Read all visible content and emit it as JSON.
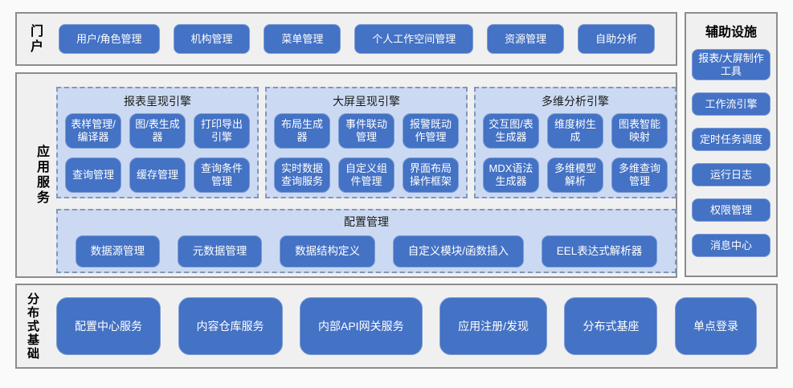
{
  "colors": {
    "node_fill": "#4472C4",
    "node_border": "#7C9CD6",
    "node_text": "#FFFFFF",
    "panel_fill": "#CBDAF2",
    "panel_border": "#7F97BC",
    "section_fill": "#F1F0F0",
    "section_border": "#8C8C8C"
  },
  "portal": {
    "label": "门户",
    "buttons": [
      "用户/角色管理",
      "机构管理",
      "菜单管理",
      "个人工作空间管理",
      "资源管理",
      "自助分析"
    ]
  },
  "app_services": {
    "label": "应用服务",
    "engines": [
      {
        "title": "报表呈现引擎",
        "buttons": [
          "表样管理/编译器",
          "图/表生成器",
          "打印导出引擎",
          "查询管理",
          "缓存管理",
          "查询条件管理"
        ]
      },
      {
        "title": "大屏呈现引擎",
        "buttons": [
          "布局生成器",
          "事件联动管理",
          "报警既动作管理",
          "实时数据查询服务",
          "自定义组件管理",
          "界面布局操作框架"
        ]
      },
      {
        "title": "多维分析引擎",
        "buttons": [
          "交互图/表生成器",
          "维度树生成",
          "图表智能映射",
          "MDX语法生成器",
          "多维模型解析",
          "多维查询管理"
        ]
      }
    ],
    "config": {
      "title": "配置管理",
      "buttons": [
        "数据源管理",
        "元数据管理",
        "数据结构定义",
        "自定义模块/函数插入",
        "EEL表达式解析器"
      ]
    }
  },
  "auxiliary": {
    "title": "辅助设施",
    "buttons": [
      "报表/大屏制作工具",
      "工作流引擎",
      "定时任务调度",
      "运行日志",
      "权限管理",
      "消息中心"
    ]
  },
  "foundation": {
    "label": "分布式基础",
    "buttons": [
      "配置中心服务",
      "内容仓库服务",
      "内部API网关服务",
      "应用注册/发现",
      "分布式基座",
      "单点登录"
    ]
  }
}
